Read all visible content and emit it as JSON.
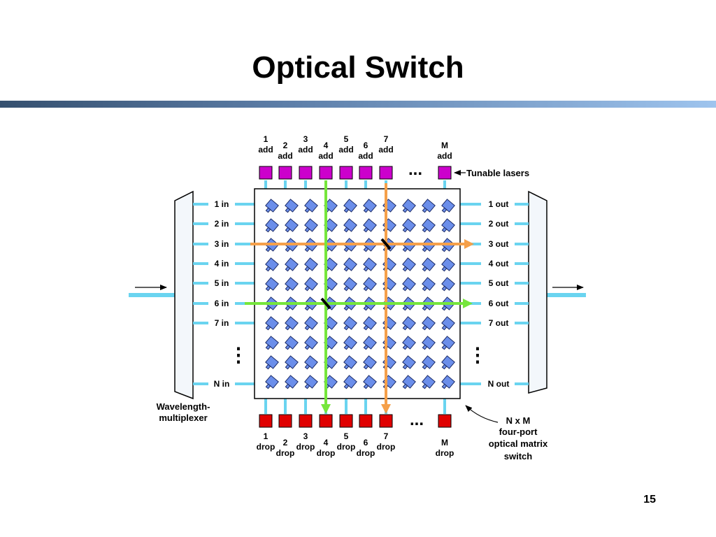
{
  "title": "Optical Switch",
  "page_number": "15",
  "add_ports": [
    {
      "num": "1",
      "label": "add"
    },
    {
      "num": "2",
      "label": "add"
    },
    {
      "num": "3",
      "label": "add"
    },
    {
      "num": "4",
      "label": "add"
    },
    {
      "num": "5",
      "label": "add"
    },
    {
      "num": "6",
      "label": "add"
    },
    {
      "num": "7",
      "label": "add"
    },
    {
      "num": "M",
      "label": "add"
    }
  ],
  "drop_ports": [
    {
      "num": "1",
      "label": "drop"
    },
    {
      "num": "2",
      "label": "drop"
    },
    {
      "num": "3",
      "label": "drop"
    },
    {
      "num": "4",
      "label": "drop"
    },
    {
      "num": "5",
      "label": "drop"
    },
    {
      "num": "6",
      "label": "drop"
    },
    {
      "num": "7",
      "label": "drop"
    },
    {
      "num": "M",
      "label": "drop"
    }
  ],
  "in_ports": [
    "1 in",
    "2 in",
    "3 in",
    "4 in",
    "5 in",
    "6 in",
    "7 in",
    "N in"
  ],
  "out_ports": [
    "1 out",
    "2 out",
    "3 out",
    "4 out",
    "5 out",
    "6 out",
    "7 out",
    "N out"
  ],
  "ellipsis": "...",
  "vertical_ellipsis": "⋮",
  "tunable_lasers_label": "Tunable lasers",
  "mux_label_line1": "Wavelength-",
  "mux_label_line2": "multiplexer",
  "switch_label_lines": [
    "N x M",
    "four-port",
    "optical matrix",
    "switch"
  ],
  "colors": {
    "add_laser": "#cc00cc",
    "drop_detector": "#e00000",
    "port_line": "#6ad4f0",
    "mirror": "#6b8eea",
    "path_orange": "#f5a04a",
    "path_green": "#76e63c",
    "mux_fill": "#f3f7fb"
  }
}
